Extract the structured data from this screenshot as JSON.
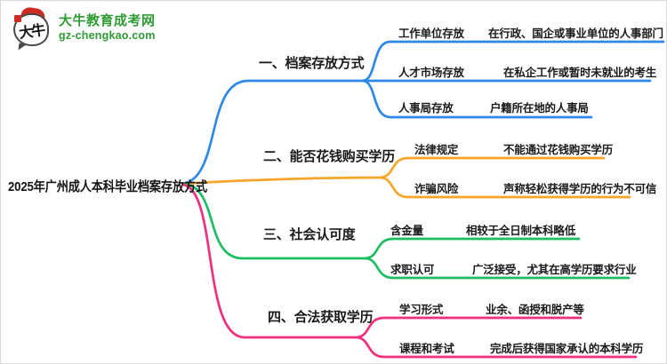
{
  "logo": {
    "icon_text": "大牛",
    "site_name": "大牛教育成考网",
    "site_url": "gz-chengkao.com"
  },
  "colors": {
    "logo_green": "#2f9b35",
    "seal_red": "#ce2b24",
    "text_dark": "#1a1a1a"
  },
  "mindmap": {
    "root": "2025年广州成人本科毕业档案存放方式",
    "branches": [
      {
        "label": "一、档案存放方式",
        "color": "#2f88e8",
        "leaves": [
          {
            "label": "工作单位存放",
            "value": "在行政、国企或事业单位的人事部门"
          },
          {
            "label": "人才市场存放",
            "value": "在私企工作或暂时未就业的考生"
          },
          {
            "label": "人事局存放",
            "value": "户籍所在地的人事局"
          }
        ]
      },
      {
        "label": "二、能否花钱购买学历",
        "color": "#f7a62a",
        "leaves": [
          {
            "label": "法律规定",
            "value": "不能通过花钱购买学历"
          },
          {
            "label": "诈骗风险",
            "value": "声称轻松获得学历的行为不可信"
          }
        ]
      },
      {
        "label": "三、社会认可度",
        "color": "#1dbe62",
        "leaves": [
          {
            "label": "含金量",
            "value": "相较于全日制本科略低"
          },
          {
            "label": "求职认可",
            "value": "广泛接受，尤其在高学历要求行业"
          }
        ]
      },
      {
        "label": "四、合法获取学历",
        "color": "#f02f7e",
        "leaves": [
          {
            "label": "学习形式",
            "value": "业余、函授和脱产等"
          },
          {
            "label": "课程和考试",
            "value": "完成后获得国家承认的本科学历"
          }
        ]
      }
    ]
  }
}
